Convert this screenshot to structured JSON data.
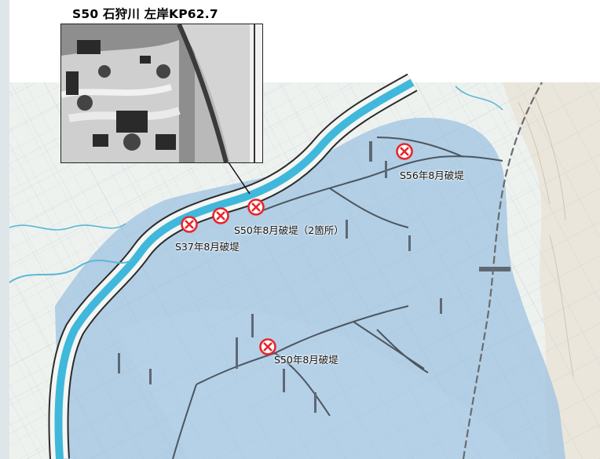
{
  "photo": {
    "caption": "S50 石狩川 左岸KP62.7"
  },
  "breaches": [
    {
      "id": "s37",
      "label": "S37年8月破堤",
      "marker": "breach-x-icon"
    },
    {
      "id": "s50-a",
      "label": "",
      "marker": "breach-x-icon"
    },
    {
      "id": "s50-b",
      "label": "S50年8月破堤（2箇所）",
      "marker": "breach-x-icon"
    },
    {
      "id": "s56",
      "label": "S56年8月破堤",
      "marker": "breach-x-icon"
    },
    {
      "id": "s50-south",
      "label": "S50年8月破堤",
      "marker": "breach-x-icon"
    }
  ],
  "colors": {
    "river": "#3fb8dc",
    "flood_area": "#9ec3e2",
    "map_base": "#eef2ef",
    "breach_marker": "#e8262b"
  }
}
